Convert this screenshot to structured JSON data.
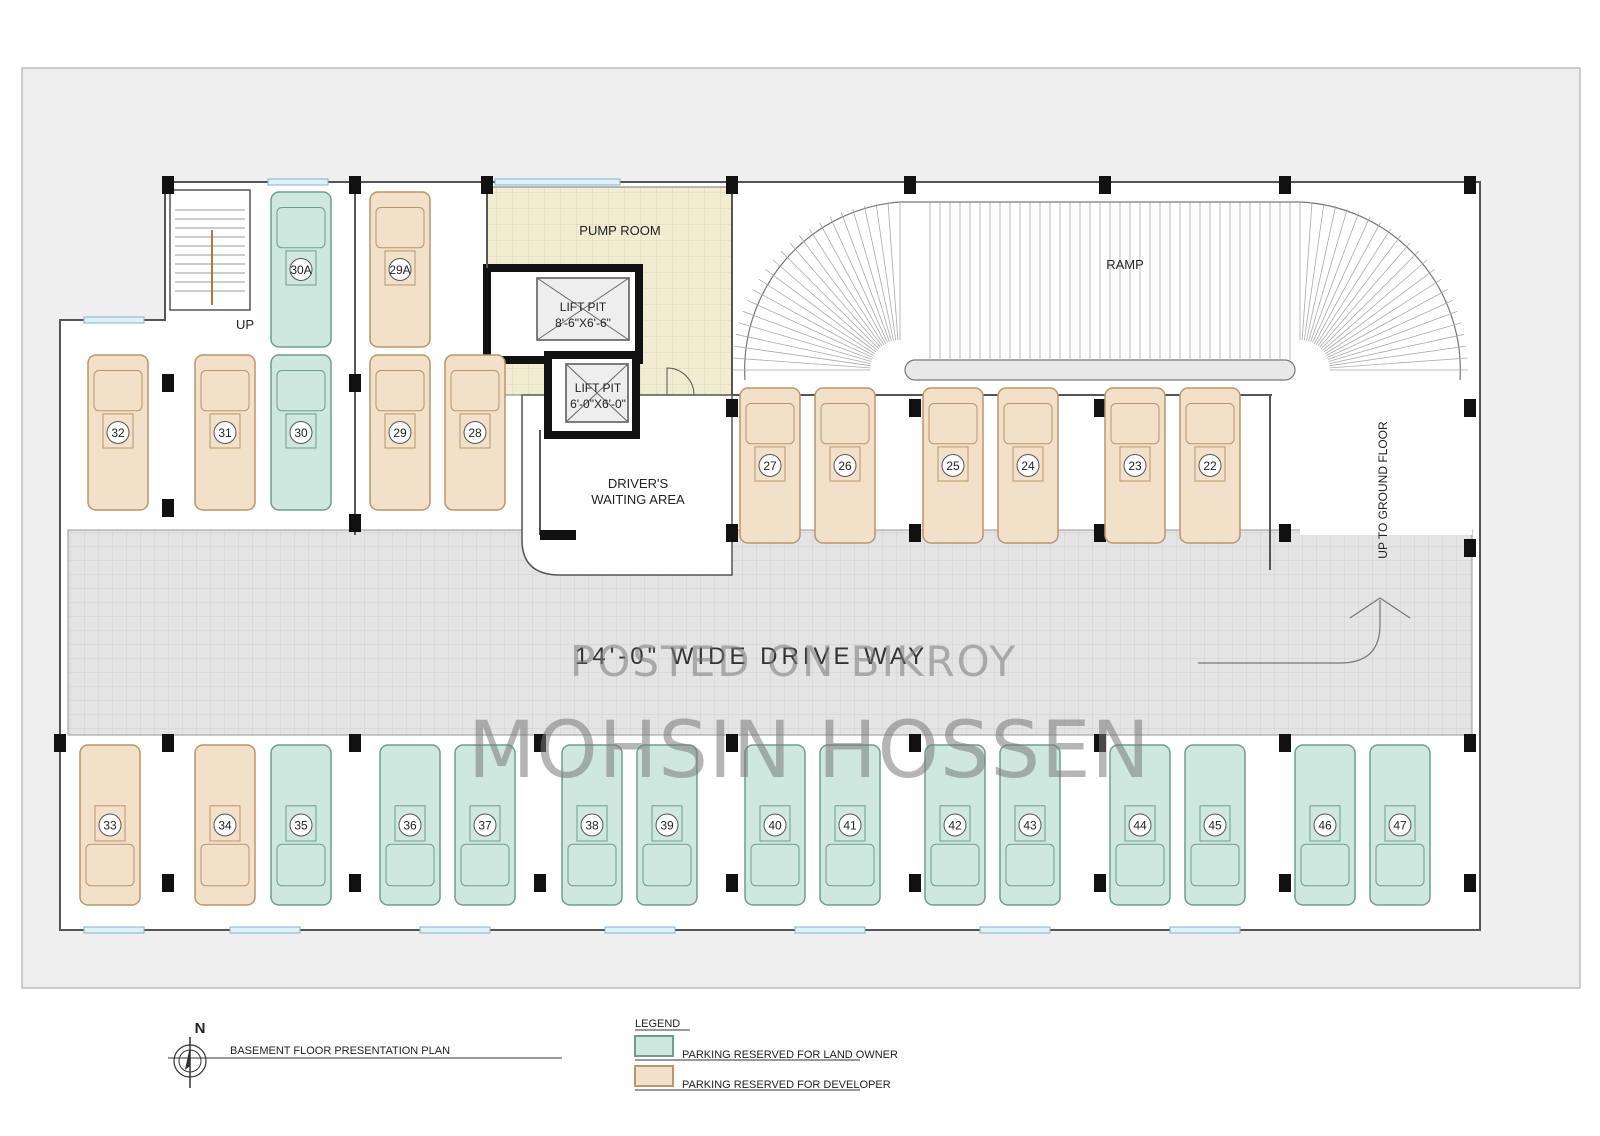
{
  "colors": {
    "land_owner": "#cfe8df",
    "developer": "#f2e1c8",
    "land_owner_stroke": "#6e9d8d",
    "developer_stroke": "#b8956a",
    "wall": "#111111",
    "pump_room": "#f1ecd2",
    "driveway": "#e6e6e6"
  },
  "rooms": {
    "pump_room": "PUMP ROOM",
    "lift_pit_1_line1": "LIFT PIT",
    "lift_pit_1_line2": "8'-6\"X6'-6\"",
    "lift_pit_2_line1": "LIFT PIT",
    "lift_pit_2_line2": "6'-0\"X6'-0\"",
    "drivers_line1": "DRIVER'S",
    "drivers_line2": "WAITING AREA",
    "ramp": "RAMP",
    "up_to_ground": "UP TO GROUND FLOOR",
    "stair_up": "UP",
    "driveway": "14'-0\" WIDE DRIVE WAY"
  },
  "watermark": {
    "line1": "POSTED ON BIKROY",
    "line2": "MOHSIN HOSSEN"
  },
  "plan_title": "BASEMENT FLOOR PRESENTATION PLAN",
  "north_label": "N",
  "legend": {
    "title": "LEGEND",
    "land_owner": "PARKING RESERVED FOR LAND OWNER",
    "developer": "PARKING RESERVED FOR DEVELOPER"
  },
  "parking": {
    "upper_left": [
      {
        "id": "32",
        "owner": "developer"
      },
      {
        "id": "31",
        "owner": "developer"
      },
      {
        "id": "30",
        "owner": "land_owner"
      },
      {
        "id": "29",
        "owner": "developer"
      },
      {
        "id": "28",
        "owner": "developer"
      }
    ],
    "upper_top": [
      {
        "id": "30A",
        "owner": "land_owner"
      },
      {
        "id": "29A",
        "owner": "developer"
      }
    ],
    "upper_right": [
      {
        "id": "27",
        "owner": "developer"
      },
      {
        "id": "26",
        "owner": "developer"
      },
      {
        "id": "25",
        "owner": "developer"
      },
      {
        "id": "24",
        "owner": "developer"
      },
      {
        "id": "23",
        "owner": "developer"
      },
      {
        "id": "22",
        "owner": "developer"
      }
    ],
    "lower": [
      {
        "id": "33",
        "owner": "developer"
      },
      {
        "id": "34",
        "owner": "developer"
      },
      {
        "id": "35",
        "owner": "land_owner"
      },
      {
        "id": "36",
        "owner": "land_owner"
      },
      {
        "id": "37",
        "owner": "land_owner"
      },
      {
        "id": "38",
        "owner": "land_owner"
      },
      {
        "id": "39",
        "owner": "land_owner"
      },
      {
        "id": "40",
        "owner": "land_owner"
      },
      {
        "id": "41",
        "owner": "land_owner"
      },
      {
        "id": "42",
        "owner": "land_owner"
      },
      {
        "id": "43",
        "owner": "land_owner"
      },
      {
        "id": "44",
        "owner": "land_owner"
      },
      {
        "id": "45",
        "owner": "land_owner"
      },
      {
        "id": "46",
        "owner": "land_owner"
      },
      {
        "id": "47",
        "owner": "land_owner"
      }
    ]
  }
}
